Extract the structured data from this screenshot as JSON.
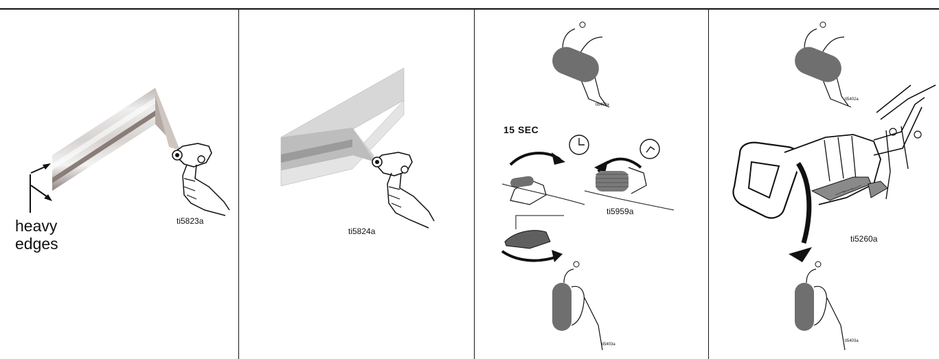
{
  "panels": [
    {
      "caption_line1": "heavy",
      "caption_line2": "edges",
      "figure_id": "ti5823a"
    },
    {
      "figure_id": "ti5824a"
    },
    {
      "top_figure_id": "ti5402a",
      "timer_label": "15 SEC",
      "middle_figure_id": "ti5959a",
      "bottom_figure_id": "ti5403a"
    },
    {
      "top_figure_id": "ti5402a",
      "middle_figure_id": "ti5260a",
      "bottom_figure_id": "ti5403a"
    }
  ]
}
